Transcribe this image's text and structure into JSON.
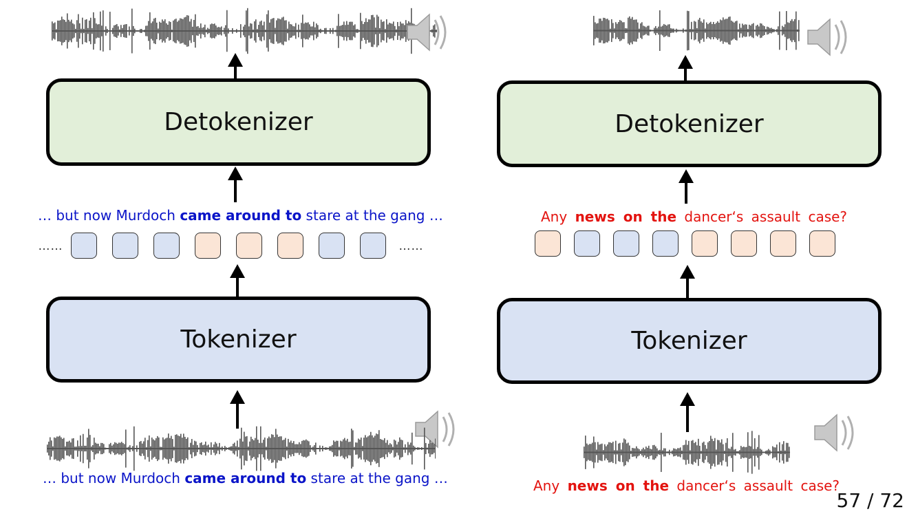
{
  "left": {
    "detokenizer_label": "Detokenizer",
    "tokenizer_label": "Tokenizer",
    "caption": {
      "pre": "… but now Murdoch ",
      "bold": "came around to",
      "post": " stare at the gang …"
    },
    "tokens": [
      "blue",
      "blue",
      "blue",
      "peach",
      "peach",
      "peach",
      "blue",
      "blue"
    ],
    "ellipsis_left": "……",
    "ellipsis_right": "……"
  },
  "right": {
    "detokenizer_label": "Detokenizer",
    "tokenizer_label": "Tokenizer",
    "caption": {
      "pre": "Any ",
      "bold": "news on the",
      "post": " dancer‘s assault case?"
    },
    "tokens": [
      "peach",
      "blue",
      "blue",
      "blue",
      "peach",
      "peach",
      "peach",
      "peach"
    ]
  },
  "colors": {
    "detokenizer_fill": "#e2efd9",
    "tokenizer_fill": "#d9e2f3",
    "token_blue": "#d9e2f3",
    "token_peach": "#fbe5d6",
    "caption_left": "#0a14c8",
    "caption_right": "#e3130f"
  },
  "icons": [
    "waveform-icon",
    "speaker-icon"
  ],
  "page": {
    "number": "57 / 72"
  }
}
